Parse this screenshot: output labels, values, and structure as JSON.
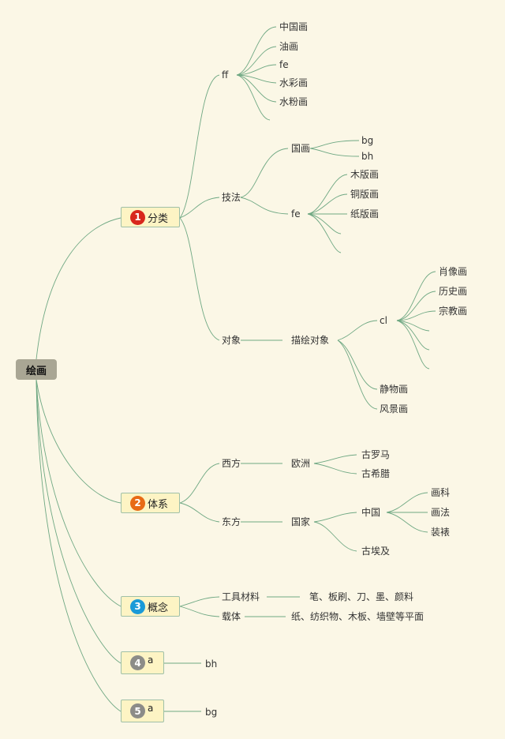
{
  "root": "绘画",
  "branches": [
    {
      "num": "1",
      "label": "分类",
      "color": "#d8271c"
    },
    {
      "num": "2",
      "label": "体系",
      "color": "#e86a15"
    },
    {
      "num": "3",
      "label": "概念",
      "color": "#1a9ad8"
    },
    {
      "num": "4",
      "label": "a",
      "color": "#8c8c88"
    },
    {
      "num": "5",
      "label": "a",
      "color": "#8c8c88"
    }
  ],
  "b1": {
    "ff": {
      "label": "ff",
      "children": [
        "中国画",
        "油画",
        "fe",
        "水彩画",
        "水粉画"
      ]
    },
    "jifa": {
      "label": "技法",
      "guohua": {
        "label": "国画",
        "children": [
          "bg",
          "bh"
        ]
      },
      "fe": {
        "label": "fe",
        "children": [
          "木版画",
          "铜版画",
          "纸版画"
        ]
      }
    },
    "duixiang": {
      "label": "对象",
      "miaohui": {
        "label": "描绘对象",
        "cl": {
          "label": "cl",
          "children": [
            "肖像画",
            "历史画",
            "宗教画"
          ]
        },
        "others": [
          "静物画",
          "风景画"
        ]
      }
    }
  },
  "b2": {
    "xifang": {
      "label": "西方",
      "ouzhou": "欧洲",
      "children": [
        "古罗马",
        "古希腊"
      ]
    },
    "dongfang": {
      "label": "东方",
      "guojia": "国家",
      "zhongguo": "中国",
      "zh_children": [
        "画科",
        "画法",
        "装裱"
      ],
      "aiji": "古埃及"
    }
  },
  "b3": {
    "gongju": {
      "label": "工具材料",
      "value": "笔、板刷、刀、墨、颜料"
    },
    "zaiti": {
      "label": "载体",
      "value": "纸、纺织物、木板、墙壁等平面"
    }
  },
  "b4": {
    "child": "bh"
  },
  "b5": {
    "child": "bg"
  }
}
